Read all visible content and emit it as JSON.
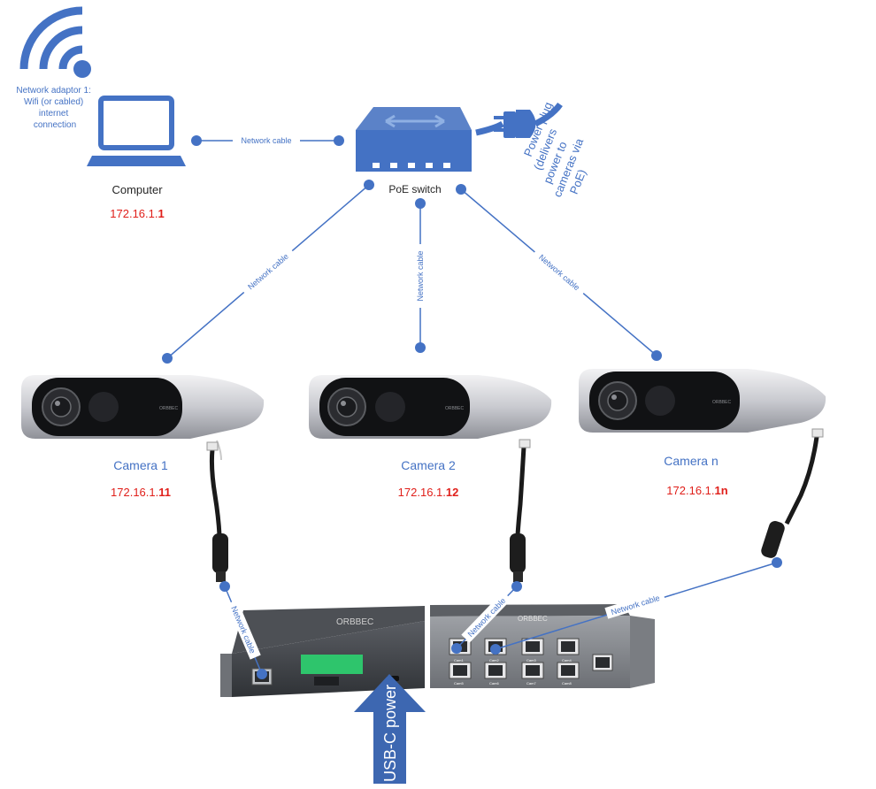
{
  "wifi_label": [
    "Network adaptor 1:",
    "Wifi (or cabled)",
    "internet",
    "connection"
  ],
  "computer": {
    "label": "Computer",
    "ip_prefix": "172.16.1.",
    "ip_suffix": "1"
  },
  "switch": {
    "label": "PoE switch"
  },
  "power_plug_label": [
    "Power plug",
    "(delivers",
    "power to",
    "cameras via",
    "PoE)"
  ],
  "cable_label": "Network cable",
  "cameras": [
    {
      "label": "Camera 1",
      "ip_prefix": "172.16.1.",
      "ip_suffix": "11",
      "brand": "ORBBEC"
    },
    {
      "label": "Camera 2",
      "ip_prefix": "172.16.1.",
      "ip_suffix": "12",
      "brand": "ORBBEC"
    },
    {
      "label": "Camera n",
      "ip_prefix": "172.16.1.",
      "ip_suffix": "1n",
      "brand": "ORBBEC"
    }
  ],
  "hub": {
    "brand": "ORBBEC",
    "ports": [
      "Cam1",
      "Cam2",
      "Cam3",
      "Cam4",
      "Cam5",
      "Cam6",
      "Cam7",
      "Cam8"
    ]
  },
  "usb_power_label": "USB-C power",
  "colors": {
    "accent": "#4472C4",
    "ip": "#E0201B",
    "text": "#262626",
    "cable": "#1a1a1a"
  }
}
